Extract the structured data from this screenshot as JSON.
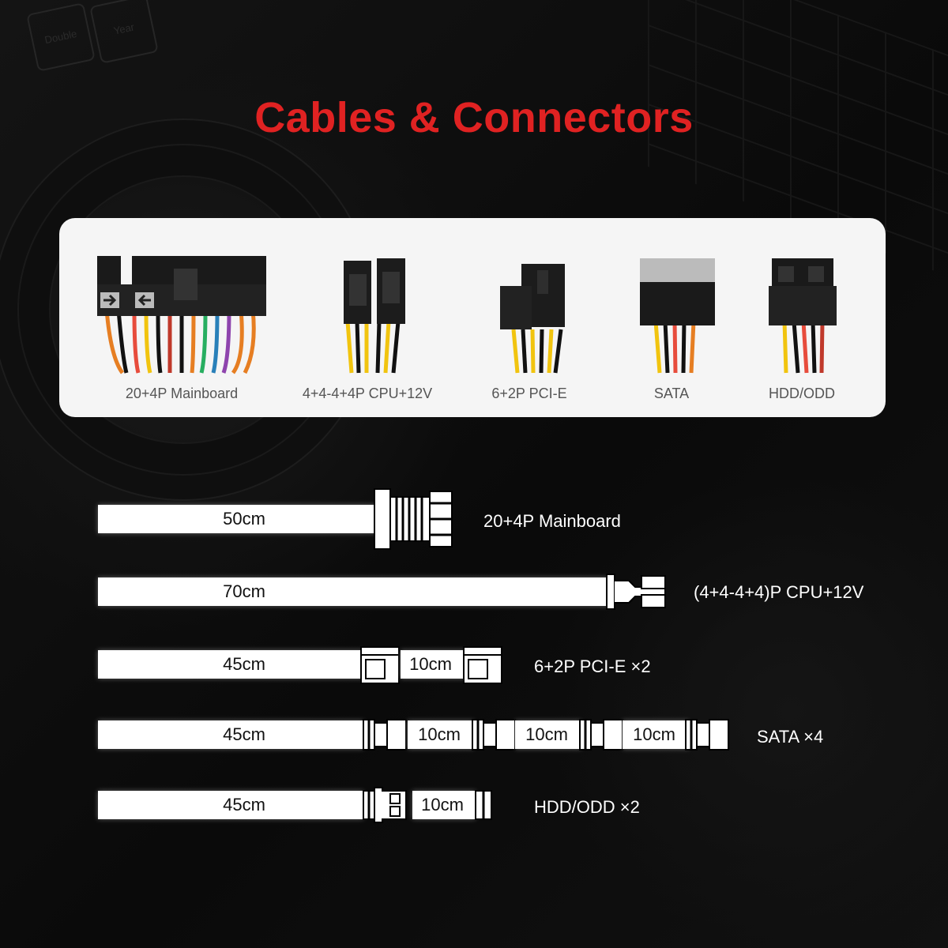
{
  "title": "Cables & Connectors",
  "background_badges": [
    "Double",
    "Year"
  ],
  "connectors": [
    {
      "label": "20+4P Mainboard"
    },
    {
      "label": "4+4-4+4P CPU+12V"
    },
    {
      "label": "6+2P PCI-E"
    },
    {
      "label": "SATA"
    },
    {
      "label": "HDD/ODD"
    }
  ],
  "cables": [
    {
      "length": "50cm",
      "label": "20+4P Mainboard"
    },
    {
      "length": "70cm",
      "label": "(4+4-4+4)P CPU+12V"
    },
    {
      "length": "45cm",
      "segment": "10cm",
      "label": "6+2P PCI-E  ×2"
    },
    {
      "length": "45cm",
      "segments": [
        "10cm",
        "10cm",
        "10cm"
      ],
      "label": "SATA  ×4"
    },
    {
      "length": "45cm",
      "segment": "10cm",
      "label": "HDD/ODD  ×2"
    }
  ],
  "colors": {
    "title": "#e02222",
    "panel": "#f5f5f5",
    "background": "#0b0b0b"
  }
}
